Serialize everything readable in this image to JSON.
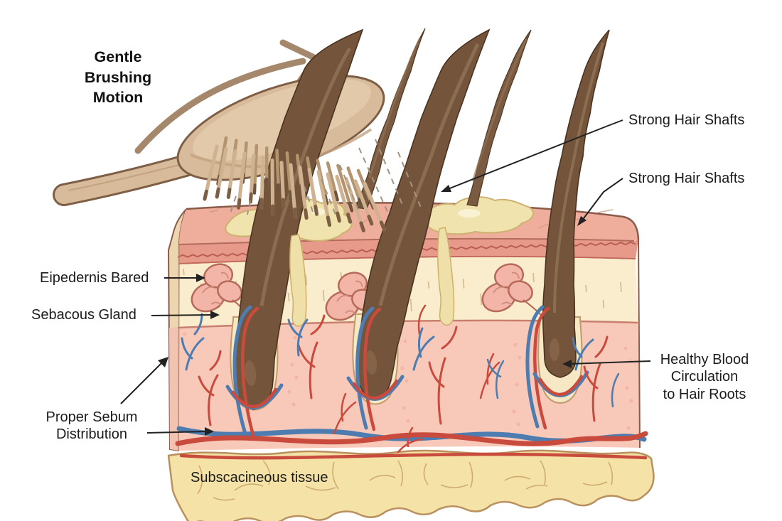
{
  "diagram": {
    "subject": "hair brushing scalp cross-section illustration",
    "annotations": {
      "brushing_motion": "Gentle\nBrushing\nMotion",
      "strong_hair_shafts_top": "Strong Hair Shafts",
      "strong_hair_shafts_bottom": "Strong Hair Shafts",
      "epidermis": "Eipedernis Bared",
      "sebaceous_gland": "Sebacous Gland",
      "sebum_distribution": "Proper Sebum\nDistribution",
      "blood_circulation": "Healthy Blood\nCirculation\nto Hair Roots",
      "subcutaneous_tissue": "Subscacineous tissue"
    },
    "colors": {
      "background": "#ffffff",
      "label_text": "#1c1c1c",
      "hair": "#74553c",
      "brush_wood": "#d8bb9a",
      "bristle": "#cfb391",
      "motion_arrow": "#a5876c",
      "skin_surface": "#efae9b",
      "stratum_band": "#e89a8a",
      "epidermis_layer": "#f9edcd",
      "dermis_layer": "#f8c9b9",
      "fat_layer": "#f5e2a6",
      "sebaceous_gland": "#f2b5a7",
      "sebum": "#f0e3ae",
      "artery": "#c94b3d",
      "vein": "#4d7cb0"
    }
  }
}
